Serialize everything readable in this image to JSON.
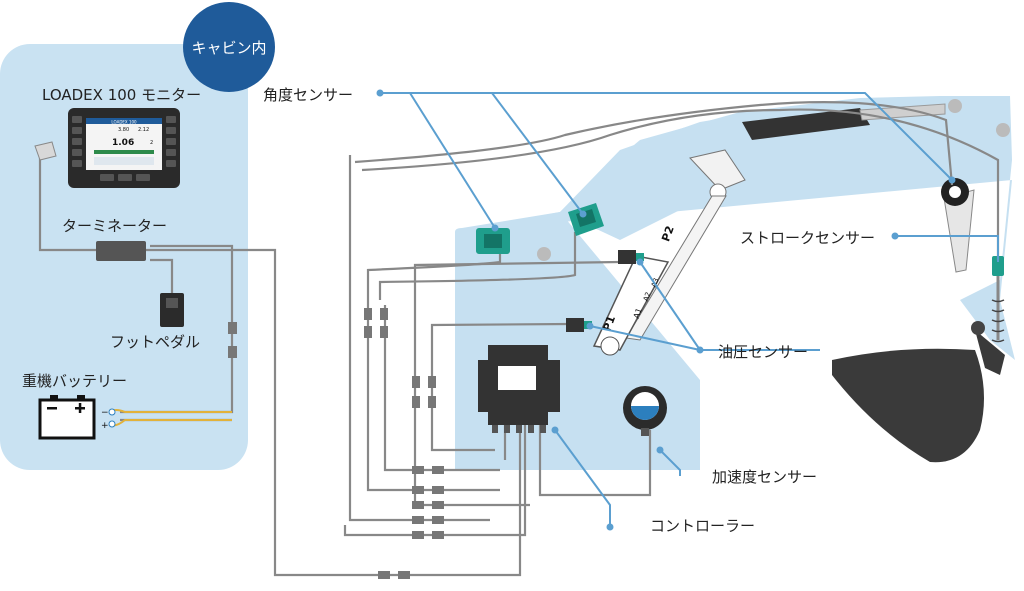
{
  "cabin": {
    "label": "キャビン内"
  },
  "labels": {
    "monitor": "LOADEX 100 モニター",
    "terminator": "ターミネーター",
    "foot_pedal": "フットペダル",
    "battery": "重機バッテリー",
    "angle_sensor": "角度センサー",
    "stroke_sensor": "ストロークセンサー",
    "hydraulic_sensor": "油圧センサー",
    "accel_sensor": "加速度センサー",
    "controller": "コントローラー"
  },
  "monitor_screen": {
    "brand": "LOADEX 100",
    "value_main": "1.06",
    "value_a": "3.80",
    "value_b": "2.12",
    "value_c": "2"
  },
  "cylinder_marks": {
    "p1": "P1",
    "p2": "P2",
    "a1": "A1",
    "a2": "A2",
    "a3": "A3"
  },
  "battery_marks": {
    "minus": "−",
    "plus": "+"
  },
  "colors": {
    "cabin_bg": "#c9e2f2",
    "machine_bg": "#c6e0f1",
    "badge": "#1f5b9a",
    "leader": "#5b9fd0",
    "cable": "#8a8a8a",
    "sensor_green": "#1f9e8c"
  }
}
